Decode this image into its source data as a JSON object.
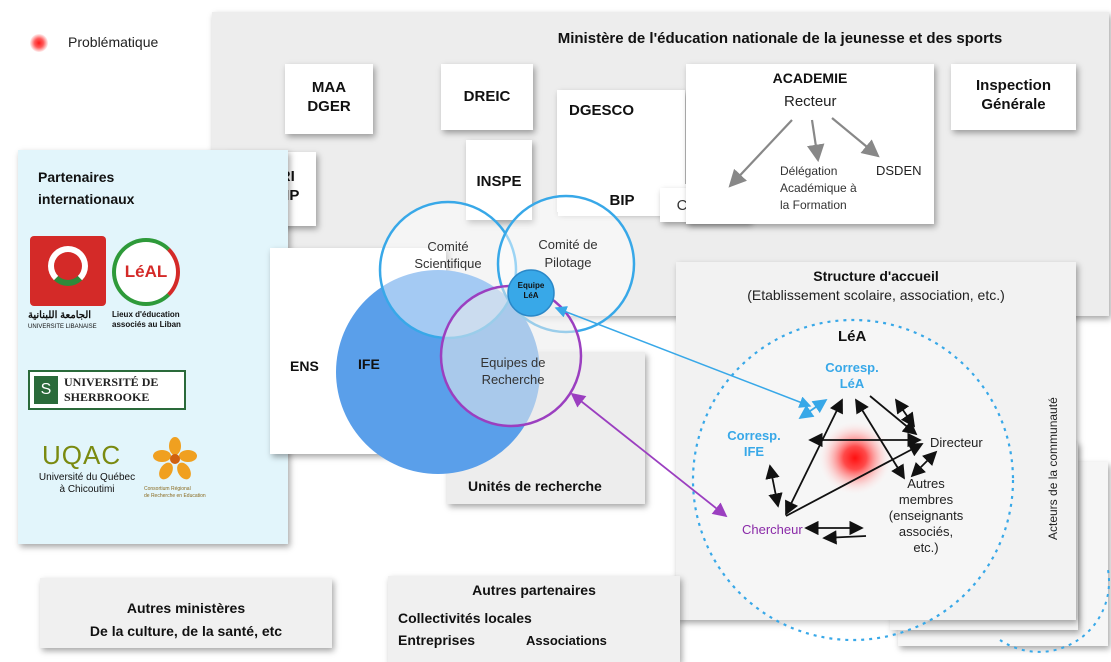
{
  "legend": {
    "label": "Problématique",
    "icon": "red-glow-dot"
  },
  "ministry": {
    "title": "Ministère de l'éducation nationale de la jeunesse et des sports"
  },
  "boxes": {
    "maa": "MAA\nDGER",
    "dreic": "DREIC",
    "dgesco": "DGESCO",
    "mesri": "MESRI\nDGESIP",
    "inspe": "INSPE",
    "bip": "BIP",
    "cardie": "CARDIE",
    "inspection": "Inspection\nGénérale"
  },
  "academie": {
    "title": "ACADEMIE",
    "recteur": "Recteur",
    "delegation": "Délégation\nAcadémique à\nla Formation",
    "dsden": "DSDEN"
  },
  "partners_int": {
    "title": "Partenaires\ninternationaux",
    "lebanon_univ_ar": "الجامعة اللبنانية",
    "lebanon_univ_fr": "UNIVERSITE LIBANAISE",
    "leal_logo": "LéAL",
    "leal_caption": "Lieux d'éducation\nassociés au Liban",
    "sherbrooke": "UNIVERSITÉ DE\nSHERBROOKE",
    "uqac": "UQAC",
    "uqac_caption": "Université du Québec\nà Chicoutimi",
    "consortium_caption": "Consortium Régional\nde Recherche en Education"
  },
  "circles": {
    "comite_scientifique": "Comité\nScientifique",
    "comite_pilotage": "Comité de\nPilotage",
    "equipe_lea": "Equipe\nLéA",
    "equipes_recherche": "Equipes de\nRecherche"
  },
  "ens_label": "ENS",
  "ife_label": "IFE",
  "unites": "Unités de recherche",
  "structure": {
    "title": "Structure d'accueil",
    "subtitle": "(Etablissement scolaire, association, etc.)",
    "lea": "LéA",
    "corresp_lea": "Corresp.\nLéA",
    "corresp_ife": "Corresp.\nIFE",
    "directeur": "Directeur",
    "autres_membres": "Autres\nmembres\n(enseignants\nassociés,\netc.)",
    "chercheur": "Chercheur",
    "acteurs": "Acteurs de la communauté"
  },
  "autres_ministeres": {
    "line1": "Autres ministères",
    "line2": "De la culture, de la santé, etc"
  },
  "autres_partenaires": {
    "title": "Autres partenaires",
    "collectivites": "Collectivités locales",
    "entreprises": "Entreprises",
    "associations": "Associations"
  },
  "colors": {
    "panel": "#ededed",
    "light_blue_panel": "#e2f5fb",
    "ife_blue": "#5a9fea",
    "circle_blue": "#38a8e8",
    "purple": "#9b3fc0",
    "dark": "#111111"
  }
}
